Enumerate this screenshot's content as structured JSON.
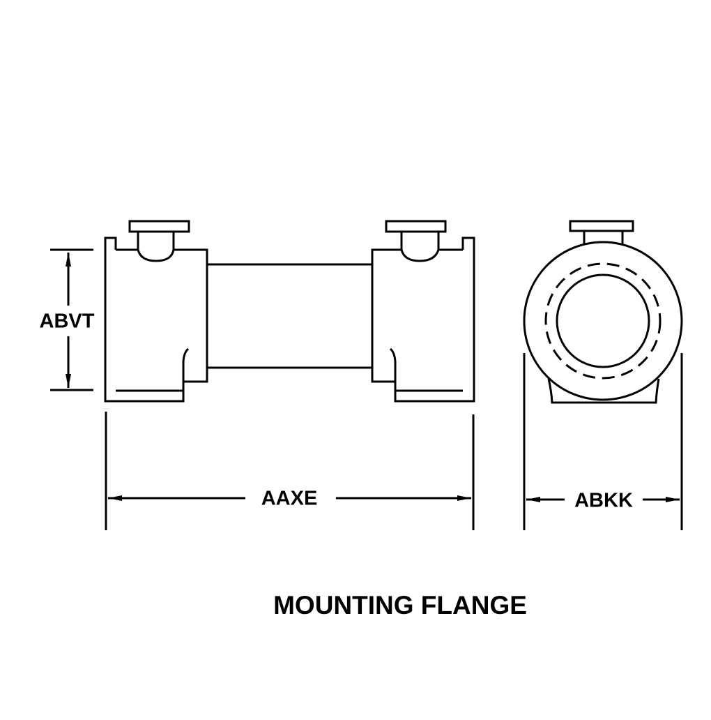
{
  "title": "MOUNTING FLANGE",
  "dimensions": {
    "height": "ABVT",
    "length": "AAXE",
    "width": "ABKK"
  },
  "colors": {
    "line": "#000000",
    "background": "#ffffff"
  }
}
